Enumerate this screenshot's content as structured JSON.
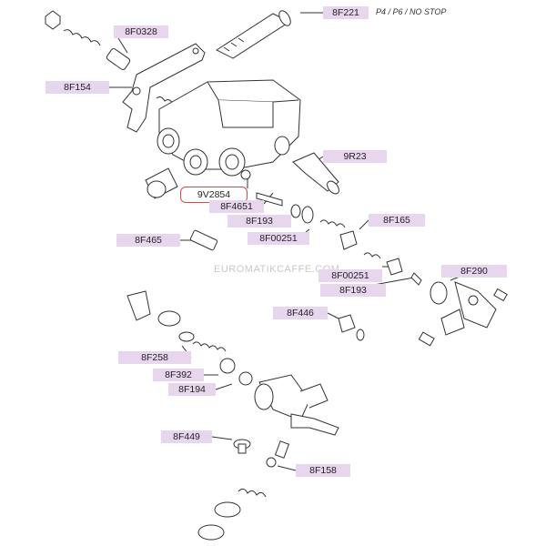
{
  "labels": {
    "l_8F221": "8F221",
    "l_8F0328": "8F0328",
    "l_8F154": "8F154",
    "l_9R23": "9R23",
    "l_9V2854": "9V2854",
    "l_8F4651": "8F4651",
    "l_8F193a": "8F193",
    "l_8F165": "8F165",
    "l_8F465": "8F465",
    "l_8F00251a": "8F00251",
    "l_8F00251b": "8F00251",
    "l_8F290": "8F290",
    "l_8F193b": "8F193",
    "l_8F446": "8F446",
    "l_8F258": "8F258",
    "l_8F392": "8F392",
    "l_8F194": "8F194",
    "l_8F449": "8F449",
    "l_8F158": "8F158"
  },
  "note": "P4 / P6 / NO STOP",
  "watermark": "EUROMATIKCAFFE.COM",
  "colors": {
    "label_bg": "#e8d6ee",
    "highlight_border": "#d94a4a",
    "line": "#333333"
  }
}
